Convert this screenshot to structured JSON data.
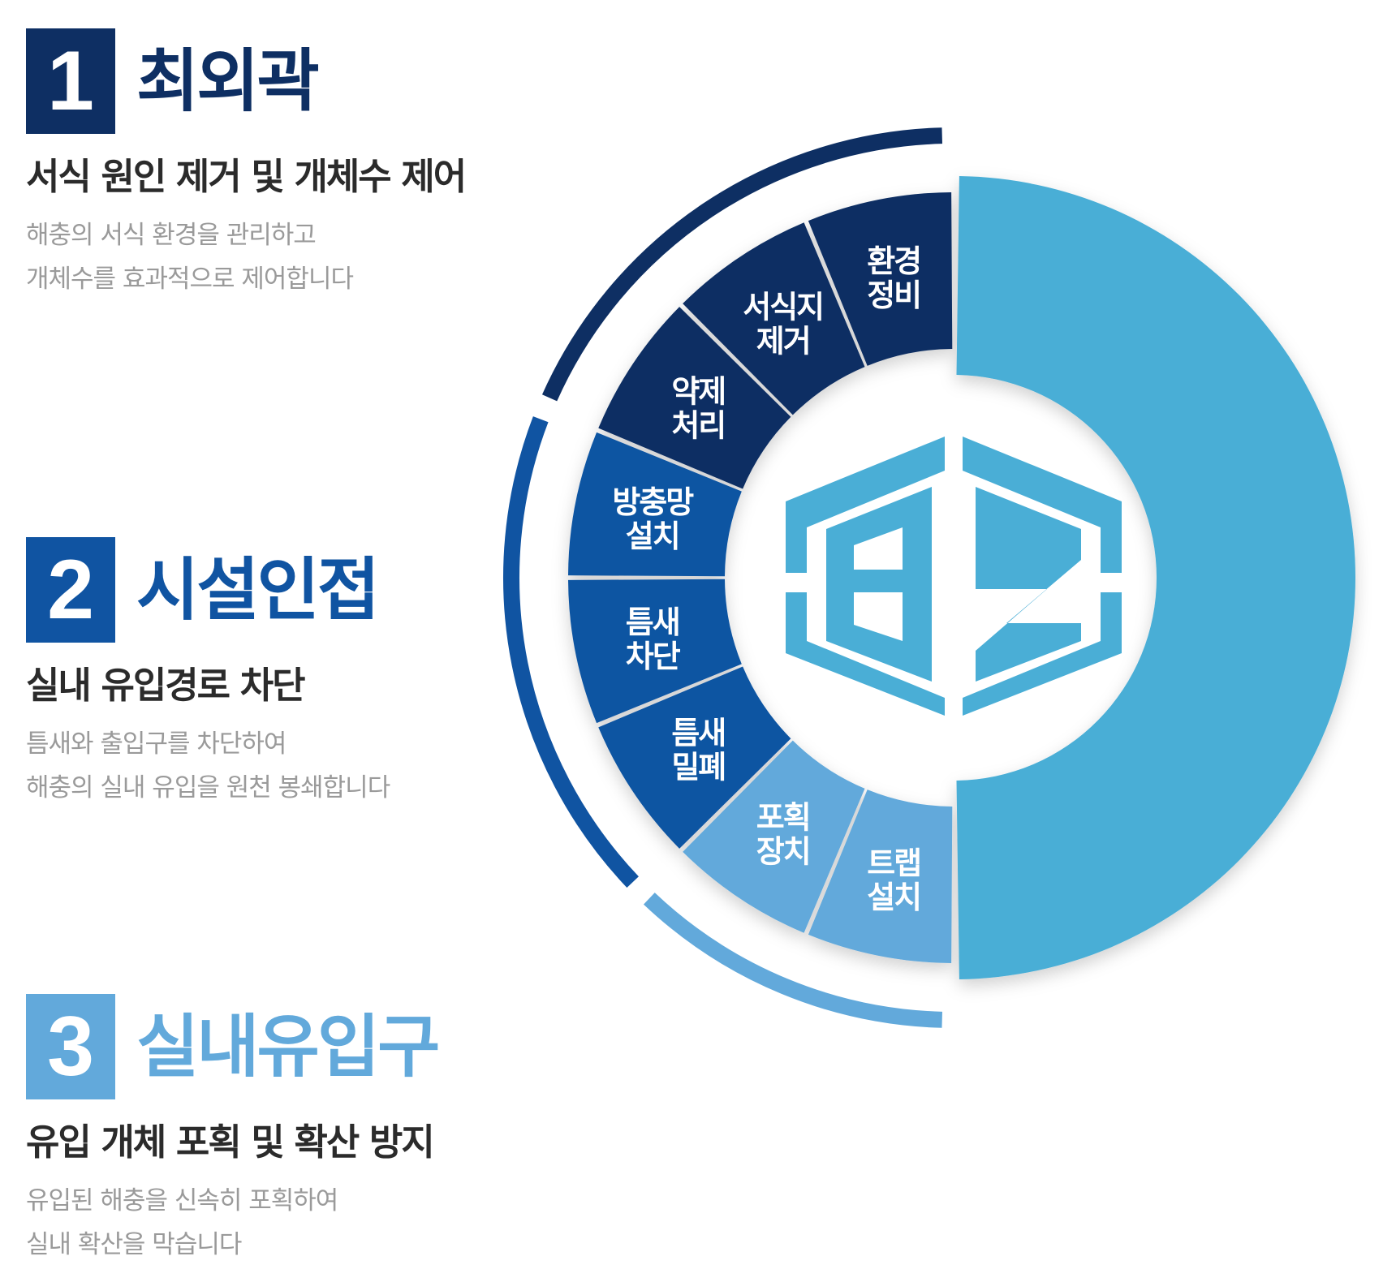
{
  "colors": {
    "stage1": "#0e2f63",
    "stage2": "#1054a2",
    "stage3": "#62a9db",
    "big_segment": "#4aaed6",
    "logo": "#4aaed6",
    "title1": "#0e2f63",
    "title2": "#1054a2",
    "title3": "#62a9db"
  },
  "stages": [
    {
      "number": "1",
      "title": "최외곽",
      "subtitle": "서식 원인 제거 및 개체수 제어",
      "desc_lines": [
        "해충의 서식 환경을 관리하고",
        "개체수를 효과적으로 제어합니다"
      ]
    },
    {
      "number": "2",
      "title": "시설인접",
      "subtitle": "실내 유입경로 차단",
      "desc_lines": [
        "틈새와 출입구를 차단하여",
        "해충의 실내 유입을 원천 봉쇄합니다"
      ]
    },
    {
      "number": "3",
      "title": "실내유입구",
      "subtitle": "유입 개체 포획 및 확산 방지",
      "desc_lines": [
        "유입된 해충을 신속히 포획하여",
        "실내 확산을 막습니다"
      ]
    }
  ],
  "segments": [
    {
      "label": [
        "환경",
        "정비"
      ],
      "stage": 1
    },
    {
      "label": [
        "서식지",
        "제거"
      ],
      "stage": 1
    },
    {
      "label": [
        "약제",
        "처리"
      ],
      "stage": 1
    },
    {
      "label": [
        "방충망",
        "설치"
      ],
      "stage": 2
    },
    {
      "label": [
        "틈새",
        "차단"
      ],
      "stage": 2
    },
    {
      "label": [
        "틈새",
        "밀폐"
      ],
      "stage": 2
    },
    {
      "label": [
        "포획",
        "장치"
      ],
      "stage": 3
    },
    {
      "label": [
        "트랩",
        "설치"
      ],
      "stage": 3
    }
  ],
  "logo": {
    "icon": "hexagon-bz-logo-icon"
  }
}
